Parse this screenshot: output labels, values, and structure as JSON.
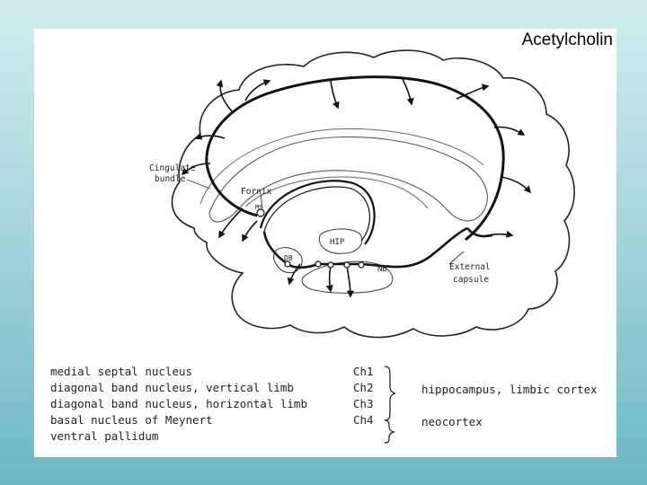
{
  "title": "Acetylcholin",
  "diagram_labels": {
    "cingulate_line1": "Cingulate",
    "cingulate_line2": "bundle",
    "fornix": "Fornix",
    "ms": "MS",
    "db": "DB",
    "hip": "HIP",
    "nb": "NB",
    "external_line1": "External",
    "external_line2": "capsule"
  },
  "legend": {
    "structures": [
      "medial septal nucleus",
      "diagonal band nucleus, vertical limb",
      "diagonal band nucleus, horizontal limb",
      "basal nucleus of Meynert",
      "ventral pallidum"
    ],
    "groups": [
      "Ch1",
      "Ch2",
      "Ch3",
      "Ch4"
    ],
    "targets": [
      "hippocampus, limbic cortex",
      "neocortex"
    ]
  }
}
